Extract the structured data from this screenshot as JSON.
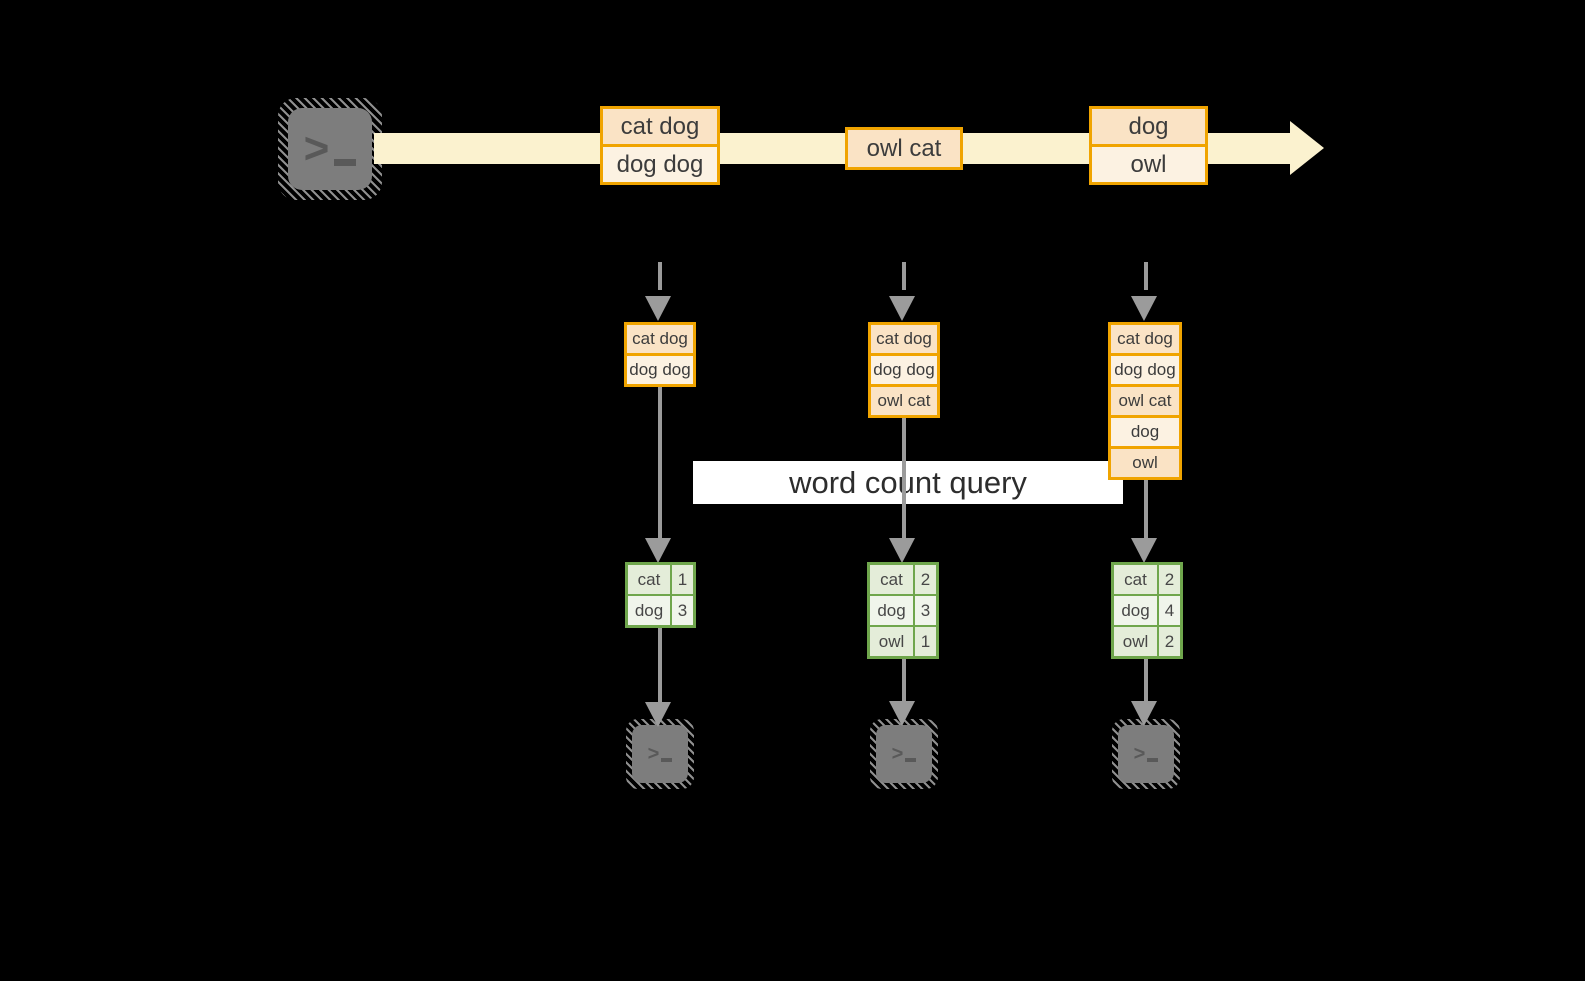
{
  "stream": {
    "events": [
      {
        "rows": [
          "cat dog",
          "dog dog"
        ]
      },
      {
        "rows": [
          "owl cat"
        ]
      },
      {
        "rows": [
          "dog",
          "owl"
        ]
      }
    ]
  },
  "pipelines": [
    {
      "buffer": [
        "cat dog",
        "dog dog"
      ],
      "counts": [
        {
          "word": "cat",
          "count": "1"
        },
        {
          "word": "dog",
          "count": "3"
        }
      ]
    },
    {
      "buffer": [
        "cat dog",
        "dog dog",
        "owl cat"
      ],
      "counts": [
        {
          "word": "cat",
          "count": "2"
        },
        {
          "word": "dog",
          "count": "3"
        },
        {
          "word": "owl",
          "count": "1"
        }
      ]
    },
    {
      "buffer": [
        "cat dog",
        "dog dog",
        "owl cat",
        "dog",
        "owl"
      ],
      "counts": [
        {
          "word": "cat",
          "count": "2"
        },
        {
          "word": "dog",
          "count": "4"
        },
        {
          "word": "owl",
          "count": "2"
        }
      ]
    }
  ],
  "query": {
    "label": "word count query"
  },
  "terminal": {
    "prompt": ">"
  },
  "colors": {
    "background": "#000000",
    "stream_fill": "#fbf2cf",
    "box_border": "#f0a400",
    "box_fill_dark": "#fae3c5",
    "box_fill_light": "#fcf2e2",
    "table_border": "#6fa64c",
    "table_fill_dark": "#e4edd9",
    "table_fill_light": "#f0f5eb",
    "connector_gray": "#9b9b9b",
    "query_band": "#ffffff"
  }
}
